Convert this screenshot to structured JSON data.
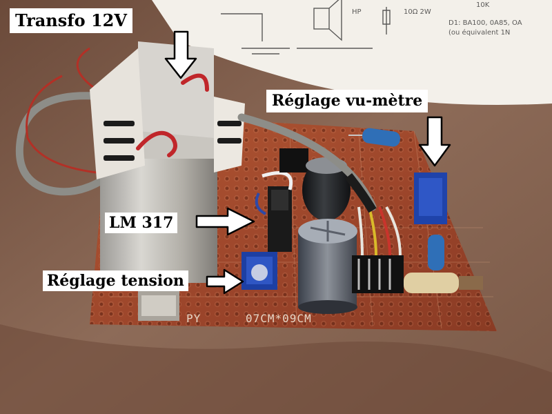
{
  "labels": {
    "transfo": "Transfo 12V",
    "vu_metre": "Réglage vu-mètre",
    "lm317": "LM 317",
    "tension": "Réglage tension"
  },
  "board_silkscreen": {
    "py": "PY",
    "size": "07CM*09CM"
  },
  "colors": {
    "background_wood": "#8a6a55",
    "pcb": "#a24a2e",
    "paper": "#f3f0ea",
    "label_bg": "#ffffff",
    "label_text": "#000000",
    "arrow_fill": "#ffffff",
    "arrow_outline": "#000000"
  }
}
